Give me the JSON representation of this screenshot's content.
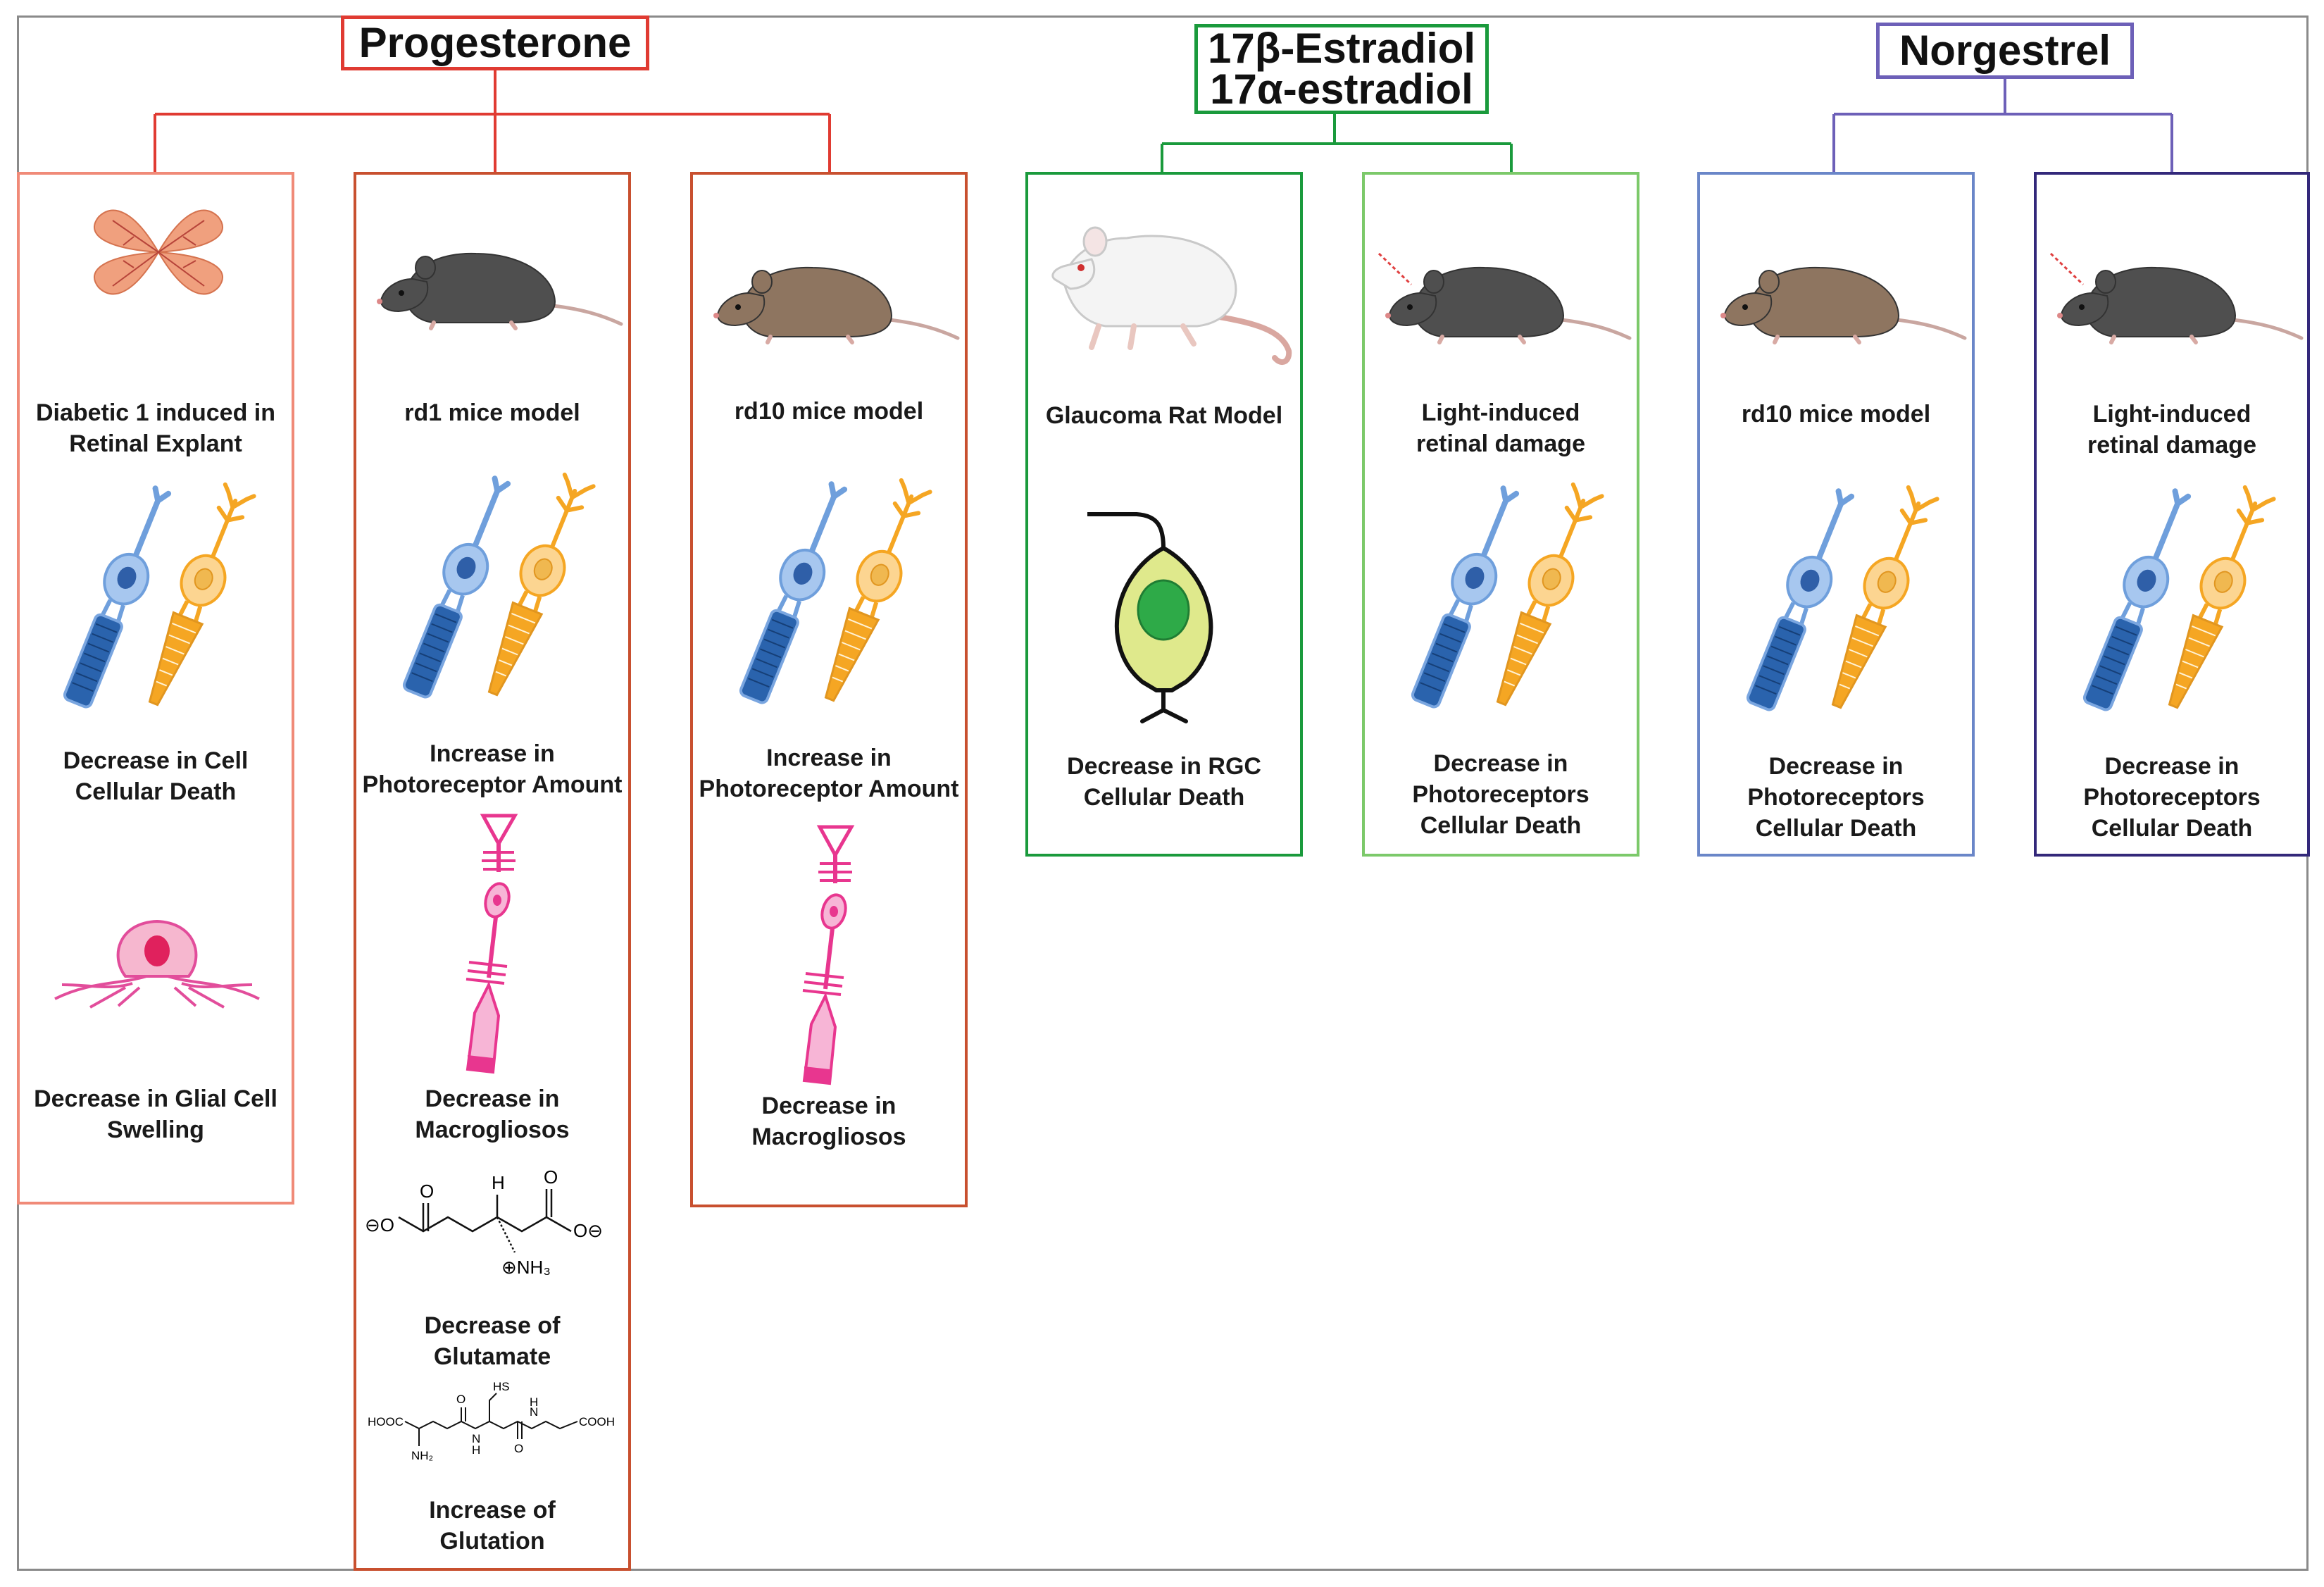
{
  "headers": {
    "progesterone": "Progesterone",
    "estradiol_beta": "17β-Estradiol",
    "estradiol_alpha": "17α-estradiol",
    "norgestrel": "Norgestrel"
  },
  "colors": {
    "progesterone": "#e03b32",
    "estradiol": "#1a9a3c",
    "norgestrel": "#6d60b8",
    "box_salmon": "#f08a78",
    "box_rust": "#c8502f",
    "box_green_dark": "#1a9a3c",
    "box_green_light": "#7cc96a",
    "box_blue": "#6a86c8",
    "box_navy": "#33287a"
  },
  "boxes": {
    "b1": {
      "model": [
        "Diabetic 1 induced in",
        "Retinal Explant"
      ],
      "effect1": [
        "Decrease in Cell",
        "Cellular Death"
      ],
      "effect2": [
        "Decrease in Glial Cell",
        "Swelling"
      ]
    },
    "b2": {
      "model": [
        "rd1 mice model"
      ],
      "effect1": [
        "Increase in",
        "Photoreceptor Amount"
      ],
      "effect2": [
        "Decrease in",
        "Macrogliosos"
      ],
      "effect3": [
        "Decrease of",
        "Glutamate"
      ],
      "effect4": [
        "Increase of",
        "Glutation"
      ]
    },
    "b3": {
      "model": [
        "rd10 mice model"
      ],
      "effect1": [
        "Increase in",
        "Photoreceptor Amount"
      ],
      "effect2": [
        "Decrease in",
        "Macrogliosos"
      ]
    },
    "b4": {
      "model": [
        "Glaucoma Rat Model"
      ],
      "effect1": [
        "Decrease in RGC",
        "Cellular Death"
      ]
    },
    "b5": {
      "model": [
        "Light-induced",
        "retinal damage"
      ],
      "effect1": [
        "Decrease in",
        "Photoreceptors",
        "Cellular Death"
      ]
    },
    "b6": {
      "model": [
        "rd10 mice model"
      ],
      "effect1": [
        "Decrease in",
        "Photoreceptors",
        "Cellular Death"
      ]
    },
    "b7": {
      "model": [
        "Light-induced",
        "retinal damage"
      ],
      "effect1": [
        "Decrease in",
        "Photoreceptors",
        "Cellular Death"
      ]
    }
  },
  "chemistry": {
    "glutamate": {
      "o": "O",
      "h": "H",
      "neg": "⊖O",
      "neg2": "O⊖",
      "amine": "⊕NH₃"
    },
    "glutathione": {
      "left": "HOOC",
      "sh": "HS",
      "nh2": "NH₂",
      "nh": "N",
      "nh_h": "H",
      "right": "COOH",
      "o": "O"
    }
  }
}
